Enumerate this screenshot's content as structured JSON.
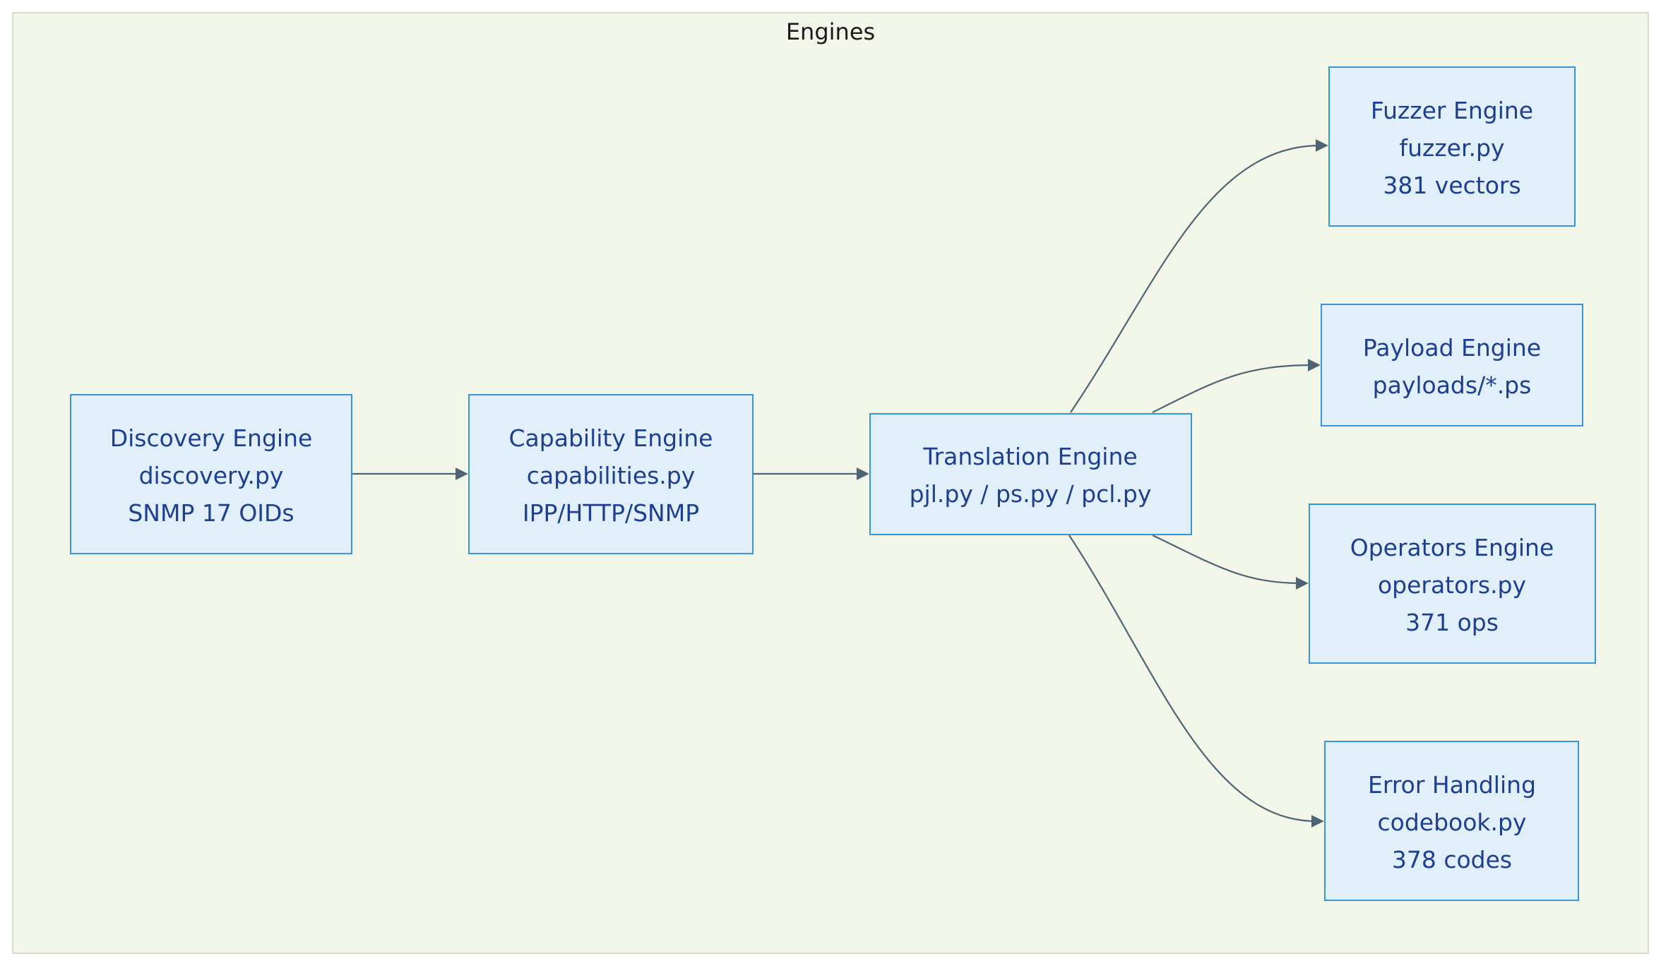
{
  "cluster": {
    "title": "Engines"
  },
  "colors": {
    "cluster_fill": "#f1f6e8",
    "cluster_stroke": "#d6dccb",
    "node_fill": "#e1effa",
    "node_stroke": "#3a95d8",
    "node_text": "#1e3f8f",
    "edge": "#4e6474"
  },
  "nodes": [
    {
      "id": "discovery",
      "lines": [
        "Discovery Engine",
        "discovery.py",
        "SNMP 17 OIDs"
      ]
    },
    {
      "id": "capability",
      "lines": [
        "Capability Engine",
        "capabilities.py",
        "IPP/HTTP/SNMP"
      ]
    },
    {
      "id": "translation",
      "lines": [
        "Translation Engine",
        "pjl.py / ps.py / pcl.py"
      ]
    },
    {
      "id": "fuzzer",
      "lines": [
        "Fuzzer Engine",
        "fuzzer.py",
        "381 vectors"
      ]
    },
    {
      "id": "payload",
      "lines": [
        "Payload Engine",
        "payloads/*.ps"
      ]
    },
    {
      "id": "operators",
      "lines": [
        "Operators Engine",
        "operators.py",
        "371 ops"
      ]
    },
    {
      "id": "error",
      "lines": [
        "Error Handling",
        "codebook.py",
        "378 codes"
      ]
    }
  ],
  "edges": [
    {
      "from": "discovery",
      "to": "capability"
    },
    {
      "from": "capability",
      "to": "translation"
    },
    {
      "from": "translation",
      "to": "fuzzer"
    },
    {
      "from": "translation",
      "to": "payload"
    },
    {
      "from": "translation",
      "to": "operators"
    },
    {
      "from": "translation",
      "to": "error"
    }
  ]
}
